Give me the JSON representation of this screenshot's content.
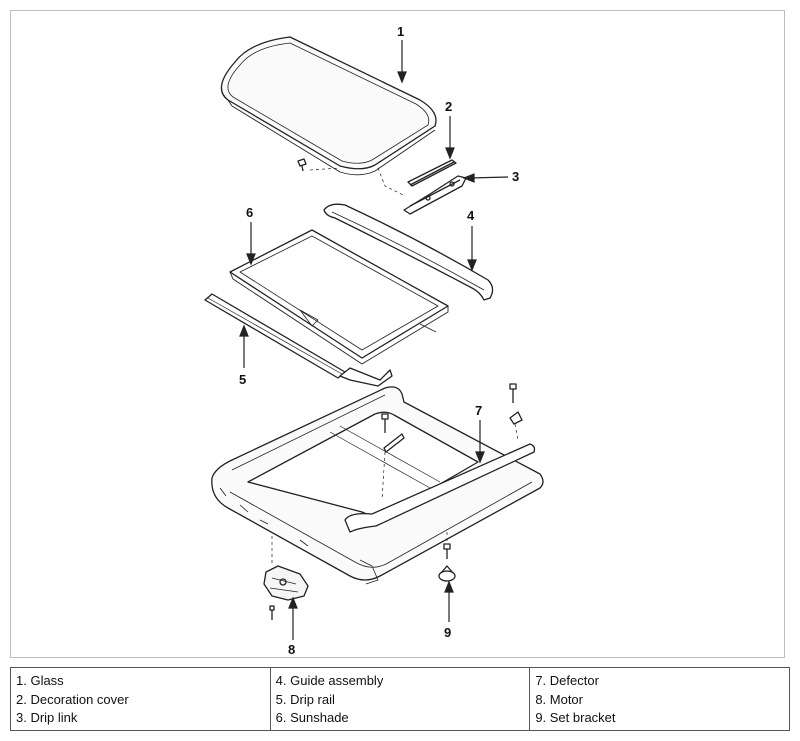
{
  "callouts": [
    {
      "id": "1",
      "label": "1"
    },
    {
      "id": "2",
      "label": "2"
    },
    {
      "id": "3",
      "label": "3"
    },
    {
      "id": "4",
      "label": "4"
    },
    {
      "id": "5",
      "label": "5"
    },
    {
      "id": "6",
      "label": "6"
    },
    {
      "id": "7",
      "label": "7"
    },
    {
      "id": "8",
      "label": "8"
    },
    {
      "id": "9",
      "label": "9"
    }
  ],
  "legend": {
    "columns": [
      [
        "1. Glass",
        "2. Decoration cover",
        "3. Drip link"
      ],
      [
        "4. Guide assembly",
        "5. Drip rail",
        "6. Sunshade"
      ],
      [
        "7. Defector",
        "8. Motor",
        "9. Set bracket"
      ]
    ]
  }
}
